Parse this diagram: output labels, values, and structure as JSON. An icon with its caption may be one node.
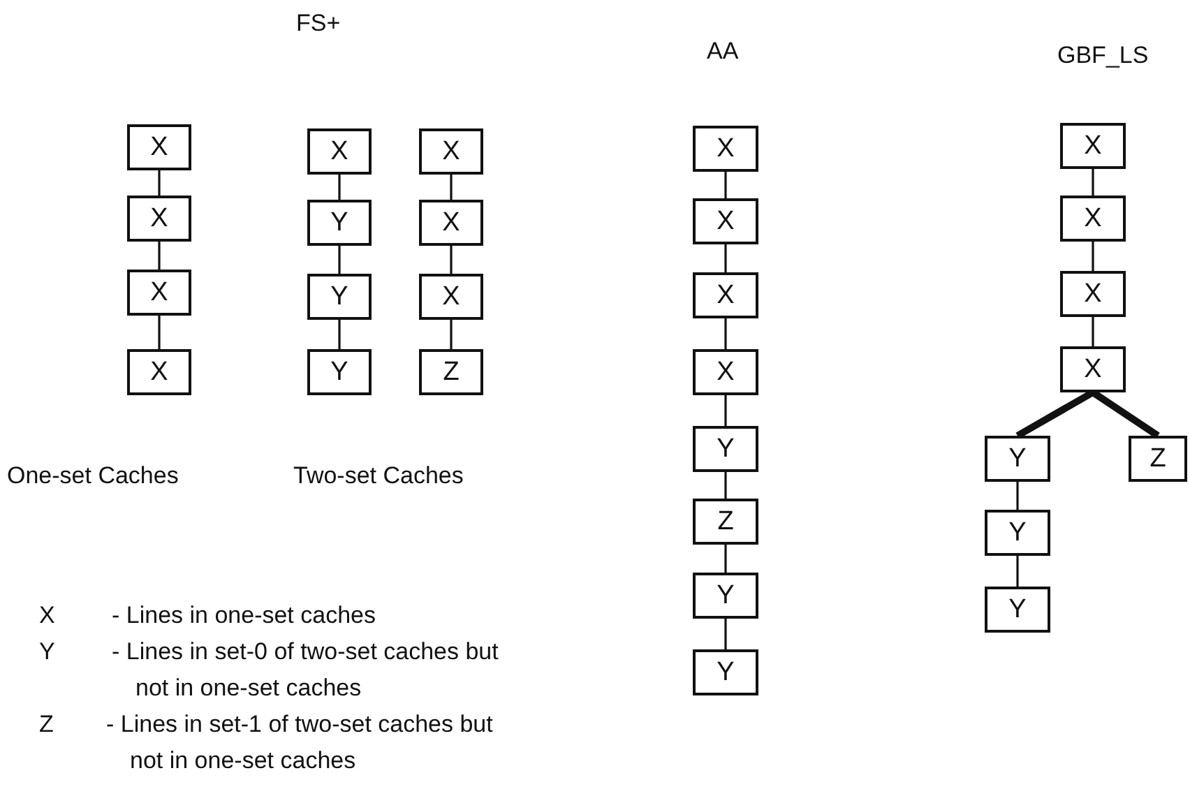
{
  "diagram": {
    "nodes": [
      {
        "text": [
          "X"
        ]
      },
      {
        "text": [
          "X"
        ]
      },
      {
        "text": [
          "X"
        ]
      },
      {
        "text": [
          "X"
        ]
      },
      {
        "text": [
          "X"
        ]
      },
      {
        "text": [
          "Y"
        ]
      },
      {
        "text": [
          "Y"
        ]
      },
      {
        "text": [
          "Y"
        ]
      },
      {
        "text": [
          "X"
        ]
      },
      {
        "text": [
          "X"
        ]
      },
      {
        "text": [
          "X"
        ]
      },
      {
        "text": [
          "Z"
        ]
      },
      {
        "text": [
          "X"
        ]
      },
      {
        "text": [
          "X"
        ]
      },
      {
        "text": [
          "X"
        ]
      },
      {
        "text": [
          "X"
        ]
      },
      {
        "text": [
          "Y"
        ]
      },
      {
        "text": [
          "Z"
        ]
      },
      {
        "text": [
          "Y"
        ]
      },
      {
        "text": [
          "Y"
        ]
      },
      {
        "text": [
          "X"
        ]
      },
      {
        "text": [
          "X"
        ]
      },
      {
        "text": [
          "X"
        ]
      },
      {
        "text": [
          "X"
        ]
      },
      {
        "text": [
          "Y"
        ]
      },
      {
        "text": [
          "Z"
        ]
      },
      {
        "text": [
          "Y"
        ]
      },
      {
        "text": [
          "Y"
        ]
      }
    ],
    "edges": [
      {
        "from": 0,
        "to": 1,
        "arrow": "none"
      },
      {
        "from": 1,
        "to": 2,
        "arrow": "none"
      },
      {
        "from": 2,
        "to": 3,
        "arrow": "none"
      },
      {
        "from": 4,
        "to": 5,
        "arrow": "none"
      },
      {
        "from": 5,
        "to": 6,
        "arrow": "none"
      },
      {
        "from": 6,
        "to": 7,
        "arrow": "none"
      },
      {
        "from": 8,
        "to": 9,
        "arrow": "none"
      },
      {
        "from": 9,
        "to": 10,
        "arrow": "none"
      },
      {
        "from": 10,
        "to": 11,
        "arrow": "none"
      },
      {
        "from": 12,
        "to": 13,
        "arrow": "none"
      },
      {
        "from": 13,
        "to": 14,
        "arrow": "none"
      },
      {
        "from": 14,
        "to": 15,
        "arrow": "none"
      },
      {
        "from": 15,
        "to": 16,
        "arrow": "none"
      },
      {
        "from": 16,
        "to": 17,
        "arrow": "none"
      },
      {
        "from": 17,
        "to": 18,
        "arrow": "none"
      },
      {
        "from": 18,
        "to": 19,
        "arrow": "none"
      },
      {
        "from": 20,
        "to": 21,
        "arrow": "none"
      },
      {
        "from": 21,
        "to": 22,
        "arrow": "none"
      },
      {
        "from": 22,
        "to": 23,
        "arrow": "none"
      },
      {
        "from": 23,
        "to": 24,
        "arrow": "none",
        "style": "thick"
      },
      {
        "from": 23,
        "to": 25,
        "arrow": "none",
        "style": "thick"
      },
      {
        "from": 24,
        "to": 26,
        "arrow": "none"
      },
      {
        "from": 26,
        "to": 27,
        "arrow": "none"
      }
    ],
    "labels": [
      "FS+",
      "AA",
      "GBF_LS",
      "One-set Caches",
      "Two-set Caches",
      "X",
      "- Lines in one-set caches",
      "Y",
      "- Lines in set-0 of two-set caches but not in one-set caches",
      "Z",
      "- Lines in set-1 of two-set caches but not in one-set caches"
    ]
  }
}
